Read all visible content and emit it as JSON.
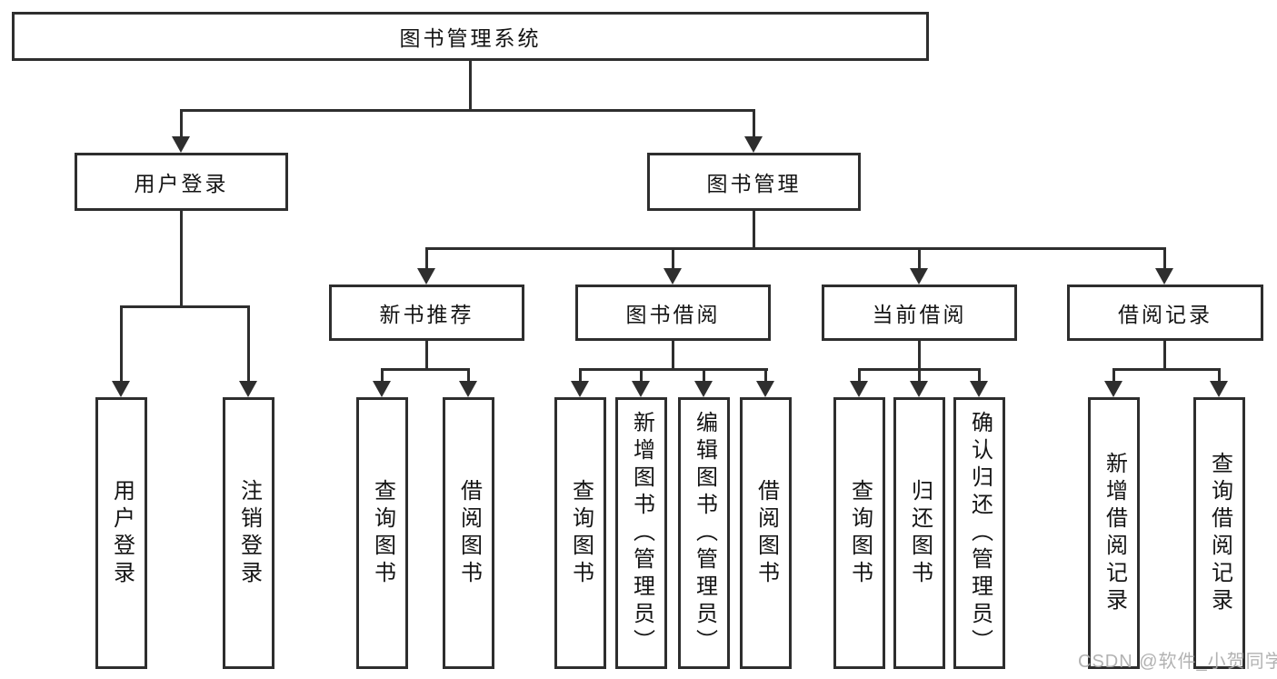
{
  "diagram": {
    "title": "图书管理系统",
    "tree": {
      "label": "图书管理系统",
      "children": [
        {
          "label": "用户登录",
          "children": [
            {
              "label": "用户登录"
            },
            {
              "label": "注销登录"
            }
          ]
        },
        {
          "label": "图书管理",
          "children": [
            {
              "label": "新书推荐",
              "children": [
                {
                  "label": "查询图书"
                },
                {
                  "label": "借阅图书"
                }
              ]
            },
            {
              "label": "图书借阅",
              "children": [
                {
                  "label": "查询图书"
                },
                {
                  "label": "新增图书（管理员）"
                },
                {
                  "label": "编辑图书（管理员）"
                },
                {
                  "label": "借阅图书"
                }
              ]
            },
            {
              "label": "当前借阅",
              "children": [
                {
                  "label": "查询图书"
                },
                {
                  "label": "归还图书"
                },
                {
                  "label": "确认归还（管理员）"
                }
              ]
            },
            {
              "label": "借阅记录",
              "children": [
                {
                  "label": "新增借阅记录"
                },
                {
                  "label": "查询借阅记录"
                }
              ]
            }
          ]
        }
      ]
    },
    "watermark": "CSDN @软件_小贺同学",
    "colors": {
      "line": "#2e2e2e",
      "text": "#141414",
      "background": "#ffffff",
      "watermark": "#ababab"
    }
  }
}
